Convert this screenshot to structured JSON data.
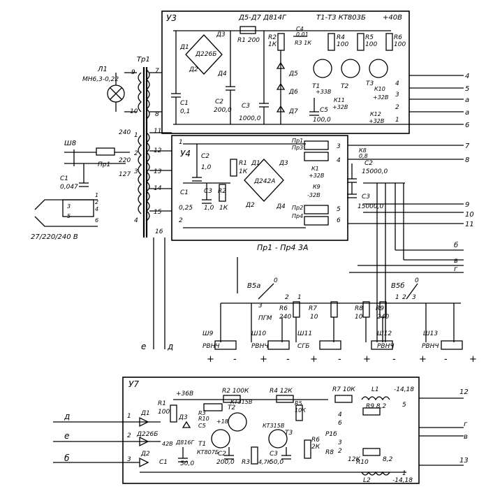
{
  "blocks": {
    "u3": {
      "name": "У3",
      "header": [
        "Д5-Д7  Д814Г",
        "Т1-Т3  КТ803Б",
        "+40В"
      ],
      "labels": [
        "Д1",
        "Д2",
        "Д3",
        "Д4",
        "Д226Б",
        "C1",
        "0,1",
        "C2",
        "200,0",
        "R1 200",
        "C3",
        "1000,0",
        "R2",
        "1К",
        "C4",
        "0,01",
        "R3 1К",
        "Д5",
        "Д6",
        "Д7",
        "R4",
        "100",
        "R5",
        "100",
        "R6",
        "100",
        "T1",
        "T2",
        "T3",
        "+33В",
        "C5",
        "100,0",
        "К11",
        "+32В",
        "К10",
        "+32В",
        "К12",
        "+32В",
        "4",
        "3",
        "2",
        "1"
      ]
    },
    "u4": {
      "name": "У4",
      "labels": [
        "C2",
        "1,0",
        "R1",
        "1К",
        "C1",
        "0,25",
        "C3",
        "1,0",
        "R2",
        "1К",
        "Д1",
        "Д2",
        "Д3",
        "Д4",
        "Д242А",
        "Пр1",
        "Пр3",
        "Пр2",
        "Пр4",
        "К8",
        "0,8",
        "К1",
        "+32В",
        "К9",
        "-32В",
        "C2",
        "15000,0",
        "C3",
        "15000,0",
        "1",
        "2",
        "3",
        "4",
        "5",
        "6"
      ]
    },
    "u7": {
      "name": "У7",
      "labels": [
        "1",
        "2",
        "3",
        "Д1",
        "Д226Б",
        "Д2",
        "R1",
        "100",
        "+36В",
        "Д3",
        "Д816Г",
        "42В",
        "C1",
        "50,0",
        "R2 100К",
        "R10",
        "R3",
        "С5",
        "T2",
        "КТ315В",
        "+18",
        "T1",
        "КТ807Б",
        "C2",
        "200,0",
        "R3",
        "4,7К",
        "R4 12К",
        "R5",
        "10К",
        "КТ315В",
        "T3",
        "С3",
        "50,0",
        "R6",
        "2К",
        "R7 10К",
        "L1",
        "-14,18",
        "R9 8,2",
        "Р1б",
        "R8",
        "12К",
        "R10",
        "8,2",
        "L2",
        "-14,18",
        "4",
        "5",
        "6",
        "3",
        "2",
        "1"
      ]
    }
  },
  "transformer": {
    "name": "Тр1",
    "lamp": "Л1",
    "lamp_type": "МН6,3-0,22",
    "taps": [
      "9",
      "10",
      "7",
      "8",
      "11",
      "12",
      "13",
      "14",
      "15",
      "1",
      "2",
      "3",
      "4",
      "16"
    ],
    "tap_voltages": [
      "240",
      "220",
      "127"
    ]
  },
  "mains": {
    "plug": "Ш8",
    "fuse": "Пр1",
    "cap": "C1",
    "cap_value": "0,047",
    "switch_pins": [
      "1",
      "2",
      "3",
      "4",
      "5",
      "6"
    ],
    "voltages": "27/220/240 В"
  },
  "fuse_note": "Пр1 - Пр4  3А",
  "switch_bank": {
    "switches": [
      "В5а",
      "В5б"
    ],
    "resistors": [
      {
        "ref": "R6",
        "value": "240"
      },
      {
        "ref": "R7",
        "value": "10"
      },
      {
        "ref": "R8",
        "value": "10"
      },
      {
        "ref": "R9",
        "value": "240"
      }
    ],
    "switch_pins": [
      "1",
      "2",
      "3",
      "0",
      "1",
      "2",
      "3",
      "0"
    ],
    "mode_label": "ПГМ",
    "connectors": [
      {
        "ref": "Ш9",
        "label": "РВНЧ"
      },
      {
        "ref": "Ш10",
        "label": "РВНЧ"
      },
      {
        "ref": "Ш11",
        "label": "СГБ"
      },
      {
        "ref": "Ш12",
        "label": "РВНЧ"
      },
      {
        "ref": "Ш13",
        "label": "РВНЧ"
      }
    ]
  },
  "outputs": [
    "4",
    "5",
    "а",
    "а",
    "6",
    "7",
    "8",
    "9",
    "10",
    "11",
    "б",
    "в",
    "г",
    "12",
    "г",
    "в",
    "13"
  ],
  "inputs": [
    "д",
    "е",
    "б"
  ],
  "rail_labels": [
    "е",
    "д"
  ],
  "polarity": [
    "+",
    "-",
    "+",
    "-",
    "+",
    "-",
    "+",
    "-",
    "+",
    "-",
    "+"
  ]
}
